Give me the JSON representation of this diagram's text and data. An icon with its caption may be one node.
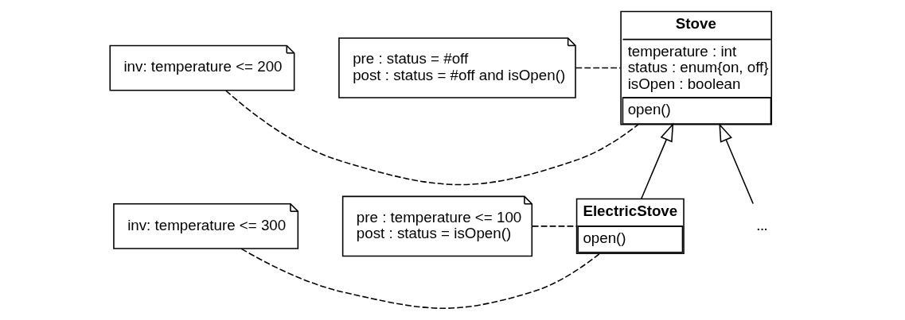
{
  "diagram": {
    "nodes": [
      {
        "text": [
          "Stove",
          "temperature : int",
          "status : enum{on, off}",
          "isOpen : boolean",
          "open()"
        ]
      },
      {
        "text": [
          "inv: temperature <= 200"
        ]
      },
      {
        "text": [
          "pre : status = #off",
          "post : status = #off and isOpen()"
        ]
      },
      {
        "text": [
          "ElectricStove",
          "open()"
        ]
      },
      {
        "text": [
          "..."
        ]
      },
      {
        "text": [
          "inv: temperature <= 300"
        ]
      },
      {
        "text": [
          "pre : temperature <= 100",
          "post : status = isOpen()"
        ]
      }
    ],
    "edges": [
      {
        "from": 1,
        "to": 0,
        "arrow": "none",
        "style": "dashed"
      },
      {
        "from": 2,
        "to": 0,
        "arrow": "none",
        "style": "dashed"
      },
      {
        "from": 3,
        "to": 0,
        "arrow": "to"
      },
      {
        "from": 4,
        "to": 0,
        "arrow": "to"
      },
      {
        "from": 5,
        "to": 3,
        "arrow": "none",
        "style": "dashed"
      },
      {
        "from": 6,
        "to": 3,
        "arrow": "none",
        "style": "dashed"
      }
    ]
  }
}
